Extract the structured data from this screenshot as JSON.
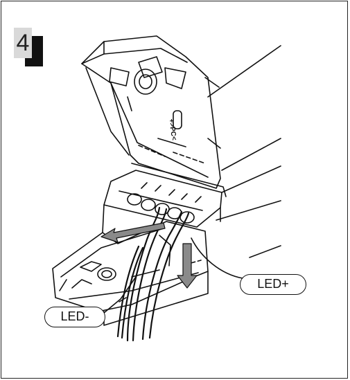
{
  "step": {
    "number": "4"
  },
  "callouts": {
    "led_plus": "LED+",
    "led_minus": "LED-"
  },
  "housing": {
    "polarity_mark": "+>PC<"
  },
  "colors": {
    "line": "#111111",
    "arrow": "#6b6b6b",
    "badge_bg": "#d9d9d9",
    "badge_shadow": "#111111"
  }
}
